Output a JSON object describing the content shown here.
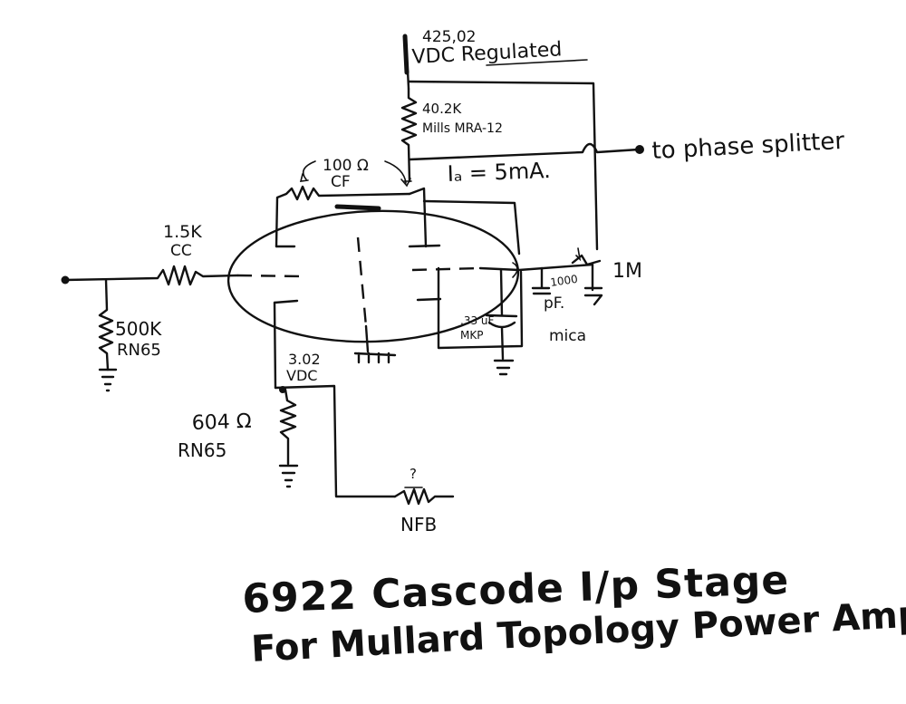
{
  "labels": {
    "supply_voltage": "425,02",
    "supply_regulated": "VDC Regulated",
    "plate_resistor_value": "40.2K",
    "plate_resistor_type": "Mills MRA-12",
    "to_phase_splitter": "to phase splitter",
    "plate_current": "Iₐ = 5mA.",
    "gate_resistor_value": "100 Ω",
    "gate_resistor_type": "CF",
    "input_resistor_value": "1.5K",
    "input_resistor_type": "CC",
    "grid_leak_value": "500K",
    "grid_leak_type": "RN65",
    "cathode_voltage": "3.02",
    "cathode_voltage_unit": "VDC",
    "cathode_resistor_value": "604 Ω",
    "cathode_resistor_type": "RN65",
    "feedback_value": "?",
    "feedback_label": "NFB",
    "bypass_cap_value": ".33 uF",
    "bypass_cap_type": "MKP",
    "comp_cap_value": "1000",
    "comp_cap_unit": "pF.",
    "comp_cap_type": "mica",
    "pot_value": "1M"
  },
  "title": {
    "line1": "6922 Cascode I/p Stage",
    "line2": "For Mullard Topology Power Amp"
  }
}
